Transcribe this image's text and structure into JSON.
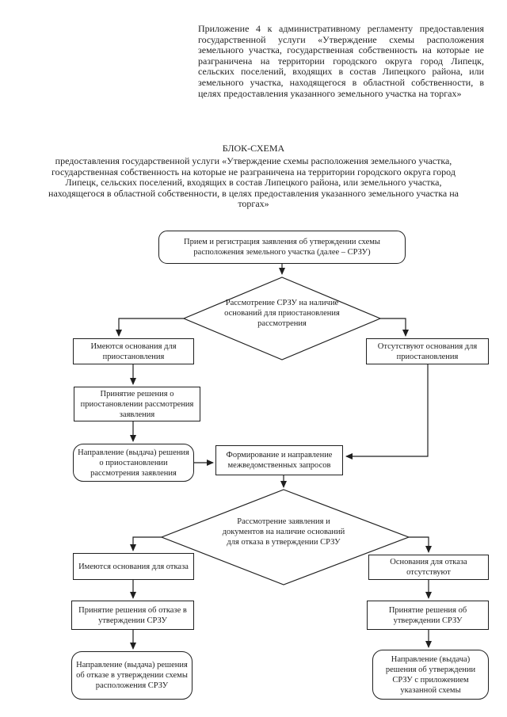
{
  "document": {
    "header_note": "Приложение 4 к административному регламенту предоставления государственной услуги «Утверждение схемы расположения земельного участка, государственная собственность на которые не разграничена на территории городского округа город Липецк, сельских поселений, входящих в состав Липецкого района, или земельного участка, находящегося в областной собственности, в целях предоставления указанного земельного участка на торгах»",
    "title": "БЛОК-СХЕМА",
    "subtitle": "предоставления государственной услуги «Утверждение схемы расположения земельного участка, государственная собственность на которые не разграничена на территории городского округа город Липецк, сельских поселений, входящих в состав Липецкого района, или земельного участка, находящегося в областной собственности, в целях предоставления указанного земельного участка на торгах»"
  },
  "flowchart": {
    "nodes": {
      "start": "Прием и регистрация заявления об утверждении схемы расположения земельного участка (далее – СРЗУ)",
      "decision1": "Рассмотрение СРЗУ на наличие оснований для приостановления рассмотрения",
      "suspend_yes": "Имеются основания для приостановления",
      "suspend_no": "Отсутствуют основания для приостановления",
      "decide_suspend": "Принятие решения о приостановлении рассмотрения заявления",
      "send_suspend": "Направление (выдача) решения о приостановлении рассмотрения заявления",
      "interagency": "Формирование и направление межведомственных запросов",
      "decision2": "Рассмотрение заявления и документов на наличие оснований для отказа в утверждении СРЗУ",
      "refuse_yes": "Имеются основания для отказа",
      "refuse_no": "Основания для отказа отсутствуют",
      "decide_refuse": "Принятие решения об отказе в утверждении СРЗУ",
      "decide_approve": "Принятие решения об утверждении СРЗУ",
      "send_refuse": "Направление (выдача) решения об отказе в утверждении схемы расположения СРЗУ",
      "send_approve": "Направление (выдача) решения об утверждении СРЗУ с приложением указанной схемы"
    }
  },
  "colors": {
    "ink": "#1f1f1f",
    "paper": "#ffffff"
  }
}
